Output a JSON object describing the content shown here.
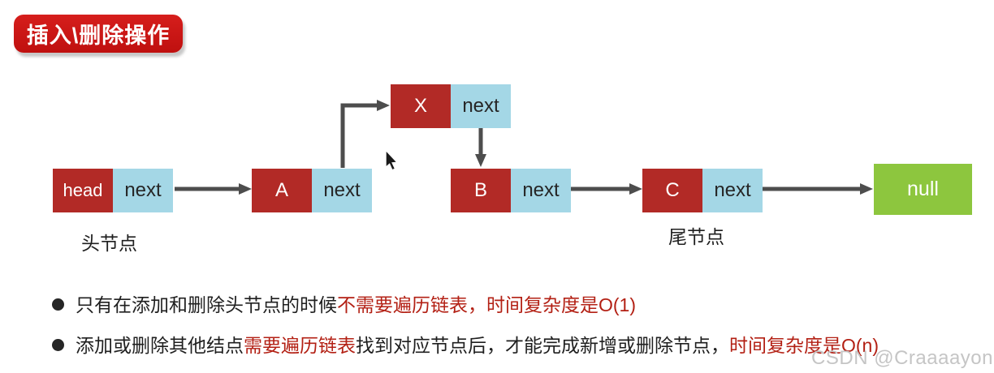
{
  "badge": {
    "label": "插入\\删除操作"
  },
  "diagram": {
    "nodes": {
      "head": {
        "data": "head",
        "pointer": "next"
      },
      "a": {
        "data": "A",
        "pointer": "next"
      },
      "x": {
        "data": "X",
        "pointer": "next"
      },
      "b": {
        "data": "B",
        "pointer": "next"
      },
      "c": {
        "data": "C",
        "pointer": "next"
      }
    },
    "null_node": {
      "label": "null"
    },
    "captions": {
      "head": "头节点",
      "tail": "尾节点"
    }
  },
  "notes": {
    "bullet1": {
      "part1": "只有在添加和删除头节点的时候",
      "part2": "不需要遍历链表，时间复杂度是O(1)"
    },
    "bullet2": {
      "part1": "添加或删除其他结点",
      "part2": "需要遍历链表",
      "part3": "找到对应节点后，才能完成新增或删除节点，",
      "part4": "时间复杂度是O(n)"
    }
  },
  "watermark": "CSDN @Craaaayon",
  "colors": {
    "badge_bg_top": "#d61e1c",
    "badge_bg_bottom": "#bf100f",
    "node_data_bg": "#b22a26",
    "node_pointer_bg": "#a4d7e6",
    "null_bg": "#8dc63e",
    "arrow": "#4d4d4d",
    "text_dark": "#1f1f1f",
    "text_red": "#b32014",
    "watermark": "#c5c5c5"
  }
}
